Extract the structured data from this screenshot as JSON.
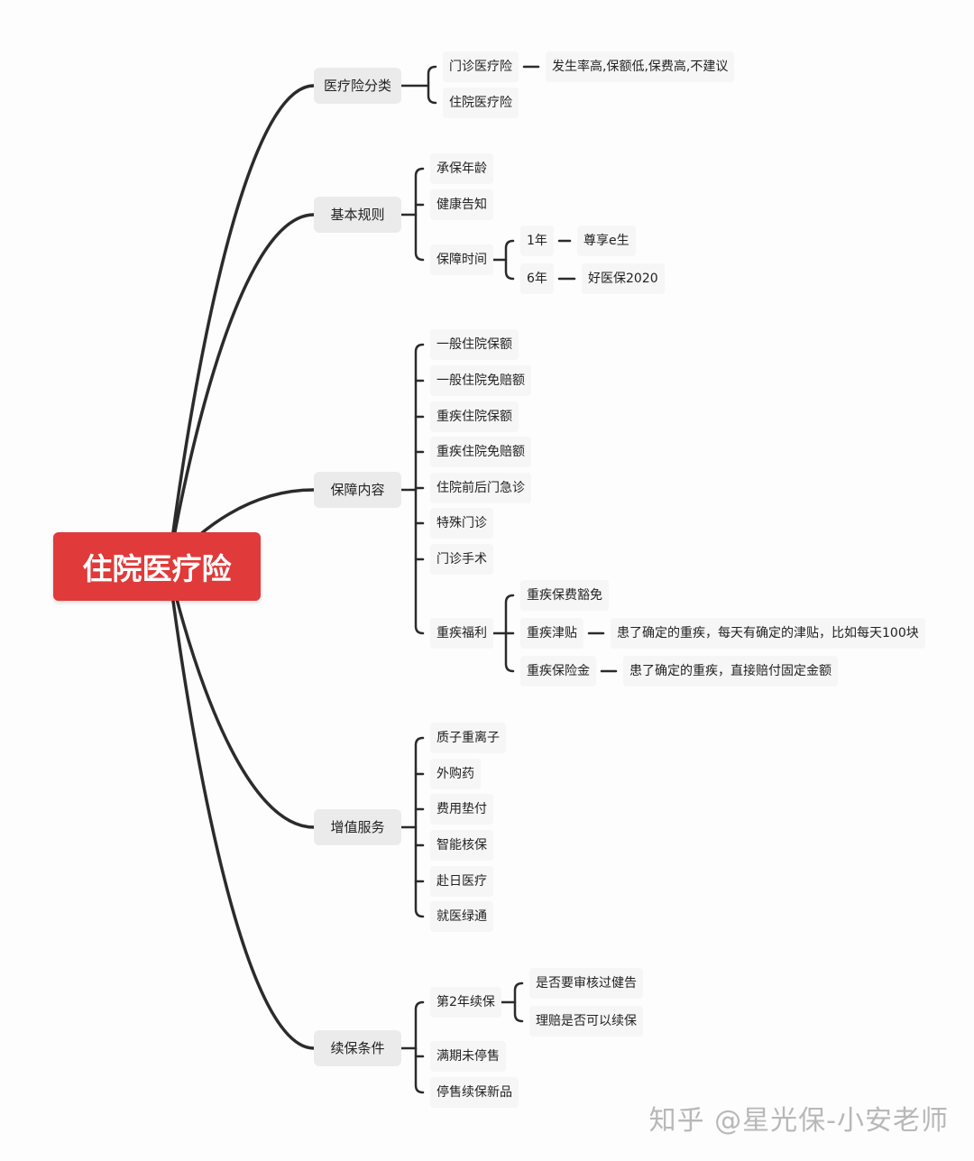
{
  "root": "住院医疗险",
  "branches": [
    {
      "label": "医疗险分类",
      "children": [
        {
          "label": "门诊医疗险",
          "children": [
            {
              "label": "发生率高,保额低,保费高,不建议"
            }
          ]
        },
        {
          "label": "住院医疗险"
        }
      ]
    },
    {
      "label": "基本规则",
      "children": [
        {
          "label": "承保年龄"
        },
        {
          "label": "健康告知"
        },
        {
          "label": "保障时间",
          "children": [
            {
              "label": "1年",
              "children": [
                {
                  "label": "尊享e生"
                }
              ]
            },
            {
              "label": "6年",
              "children": [
                {
                  "label": "好医保2020"
                }
              ]
            }
          ]
        }
      ]
    },
    {
      "label": "保障内容",
      "children": [
        {
          "label": "一般住院保额"
        },
        {
          "label": "一般住院免赔额"
        },
        {
          "label": "重疾住院保额"
        },
        {
          "label": "重疾住院免赔额"
        },
        {
          "label": "住院前后门急诊"
        },
        {
          "label": "特殊门诊"
        },
        {
          "label": "门诊手术"
        },
        {
          "label": "重疾福利",
          "children": [
            {
              "label": "重疾保费豁免"
            },
            {
              "label": "重疾津贴",
              "children": [
                {
                  "label": "患了确定的重疾，每天有确定的津贴，比如每天100块"
                }
              ]
            },
            {
              "label": "重疾保险金",
              "children": [
                {
                  "label": "患了确定的重疾，直接赔付固定金额"
                }
              ]
            }
          ]
        }
      ]
    },
    {
      "label": "增值服务",
      "children": [
        {
          "label": "质子重离子"
        },
        {
          "label": "外购药"
        },
        {
          "label": "费用垫付"
        },
        {
          "label": "智能核保"
        },
        {
          "label": "赴日医疗"
        },
        {
          "label": "就医绿通"
        }
      ]
    },
    {
      "label": "续保条件",
      "children": [
        {
          "label": "第2年续保",
          "children": [
            {
              "label": "是否要审核过健告"
            },
            {
              "label": "理赔是否可以续保"
            }
          ]
        },
        {
          "label": "满期未停售"
        },
        {
          "label": "停售续保新品"
        }
      ]
    }
  ],
  "watermark": "知乎 @星光保-小安老师",
  "colors": {
    "root_bg": "#e03a3a",
    "branch_bg": "#ebebeb",
    "line": "#2b2b2b"
  }
}
